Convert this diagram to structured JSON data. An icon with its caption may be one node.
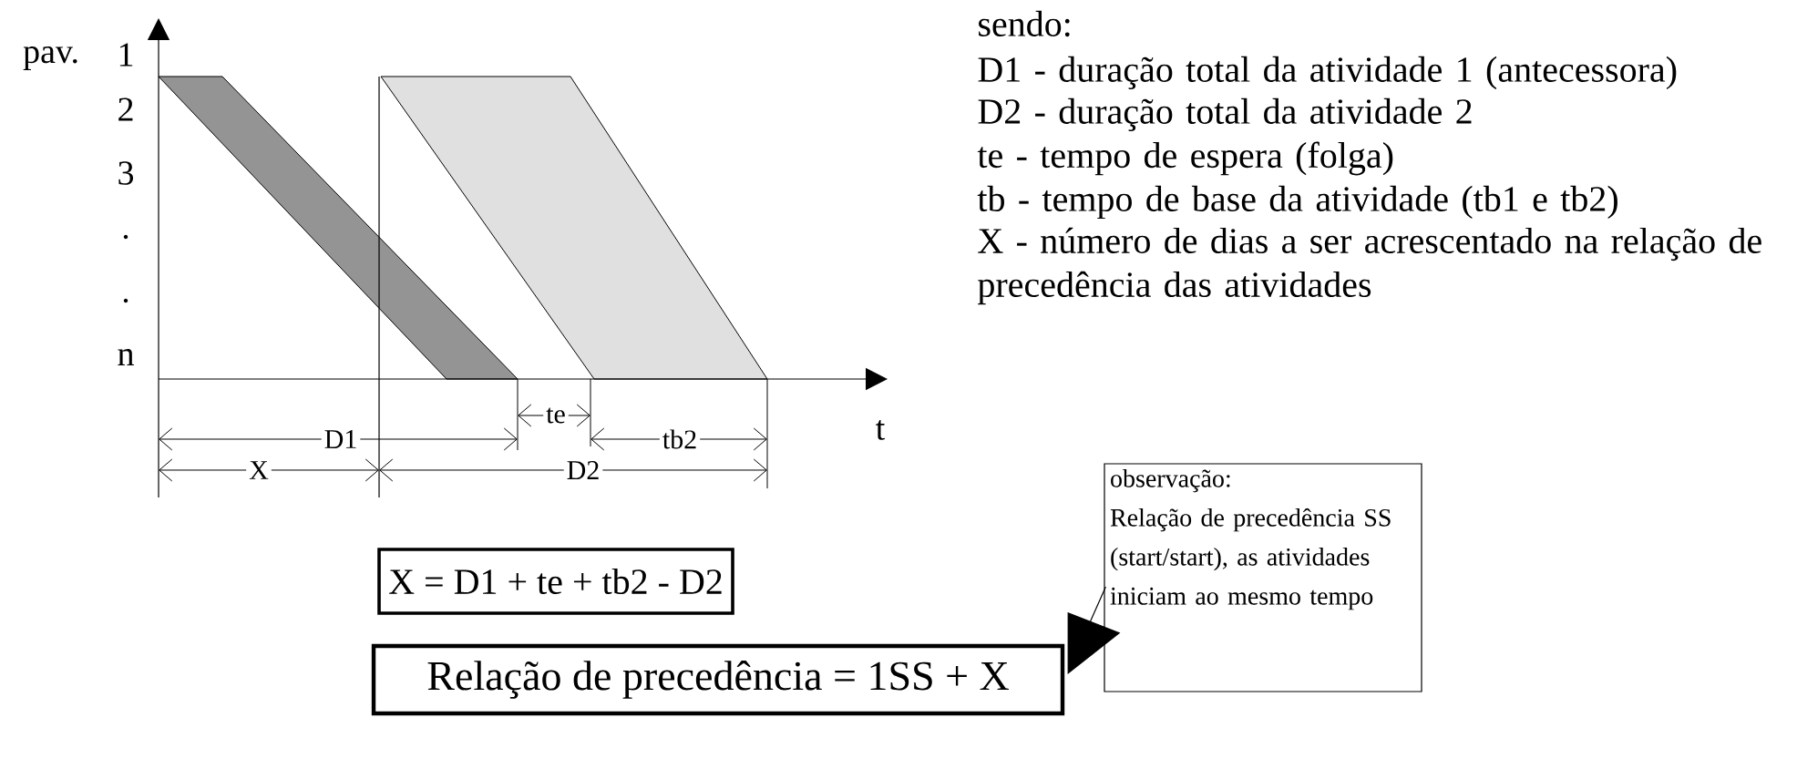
{
  "diagram": {
    "nodes": [
      {
        "text": [
          "X = D1 + te + tb2 - D2"
        ]
      },
      {
        "text": [
          "Relação de precedência = 1SS + X"
        ]
      },
      {
        "text": [
          "observação:",
          "Relação de precedência SS (start/start), as atividades iniciam ao mesmo tempo"
        ]
      }
    ],
    "edges": [
      {
        "from": 2,
        "to": 1,
        "arrow": "to"
      }
    ],
    "labels": [
      "pav.",
      "1",
      "2",
      "3",
      ".",
      ".",
      "n",
      "t",
      "D1",
      "te",
      "tb2",
      "X",
      "D2",
      "sendo:",
      "D1 - duração total da atividade 1 (antecessora)",
      "D2 - duração total da atividade 2",
      "te - tempo de espera (folga)",
      "tb - tempo de base da atividade (tb1 e tb2)",
      "X - número de dias a ser acrescentado na relação de precedência das atividades"
    ]
  }
}
